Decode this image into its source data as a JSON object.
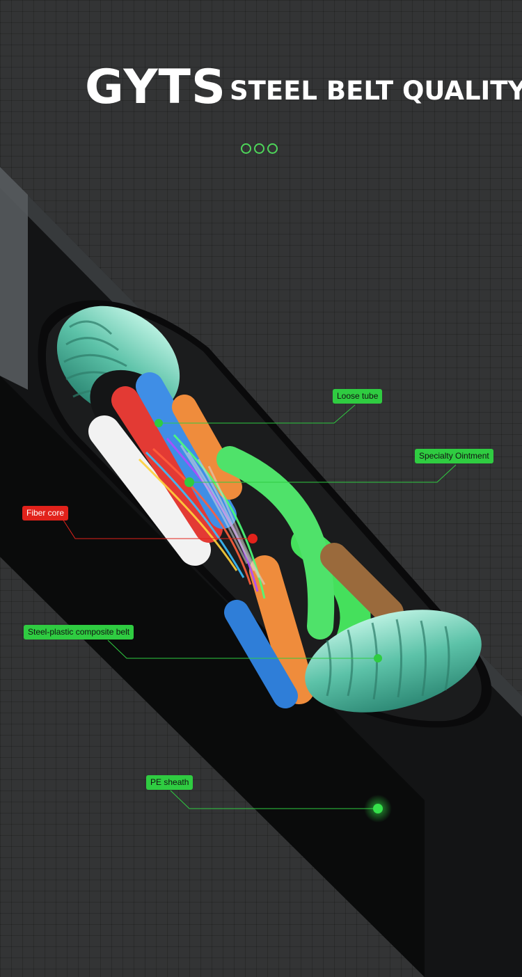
{
  "header": {
    "title": "GYTS",
    "subtitle": "STEEL BELT QUALITY"
  },
  "colors": {
    "accent_green": "#2fcc41",
    "highlight_red": "#e2221b",
    "background": "#333435"
  },
  "callouts": [
    {
      "id": "loose-tube",
      "label": "Loose tube",
      "color": "#2fcc41"
    },
    {
      "id": "specialty-ointment",
      "label": "Specialty Ointment",
      "color": "#2fcc41"
    },
    {
      "id": "fiber-core",
      "label": "Fiber core",
      "color": "#e2221b"
    },
    {
      "id": "steel-plastic-belt",
      "label": "Steel-plastic composite belt",
      "color": "#2fcc41"
    },
    {
      "id": "pe-sheath",
      "label": "PE sheath",
      "color": "#2fcc41"
    }
  ]
}
